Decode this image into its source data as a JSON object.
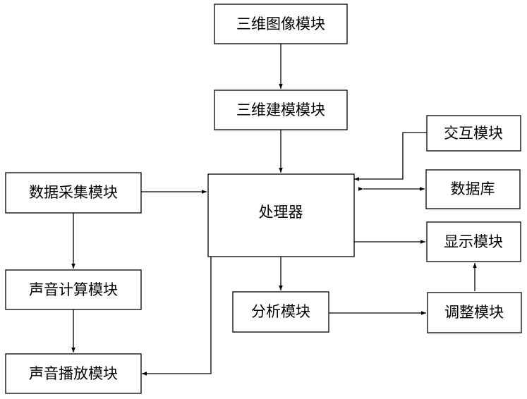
{
  "nodes": {
    "image3d": "三维图像模块",
    "model3d": "三维建模模块",
    "interact": "交互模块",
    "database": "数据库",
    "collect": "数据采集模块",
    "processor": "处理器",
    "display": "显示模块",
    "soundcalc": "声音计算模块",
    "analyze": "分析模块",
    "adjust": "调整模块",
    "soundplay": "声音播放模块"
  }
}
